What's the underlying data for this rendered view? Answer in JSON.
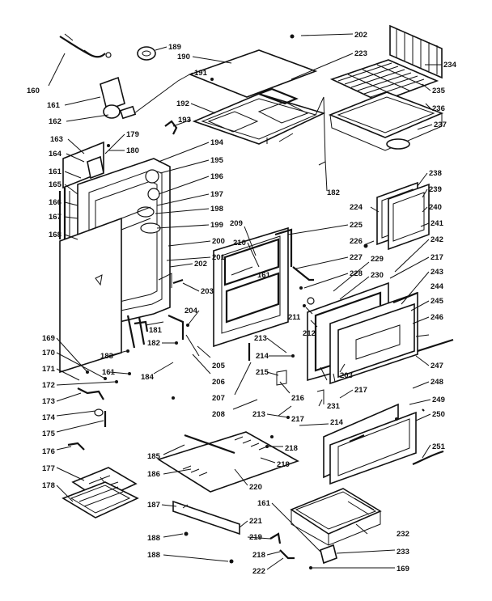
{
  "labels": [
    {
      "id": "l189a",
      "text": "189"
    },
    {
      "id": "l202a",
      "text": "202"
    },
    {
      "id": "l190",
      "text": "190"
    },
    {
      "id": "l223a",
      "text": "223"
    },
    {
      "id": "l234",
      "text": "234"
    },
    {
      "id": "l160",
      "text": "160"
    },
    {
      "id": "l191",
      "text": "191"
    },
    {
      "id": "l235",
      "text": "235"
    },
    {
      "id": "l161a",
      "text": "161"
    },
    {
      "id": "l192",
      "text": "192"
    },
    {
      "id": "l236",
      "text": "236"
    },
    {
      "id": "l162",
      "text": "162"
    },
    {
      "id": "l193",
      "text": "193"
    },
    {
      "id": "l237",
      "text": "237"
    },
    {
      "id": "l179",
      "text": "179"
    },
    {
      "id": "l163",
      "text": "163"
    },
    {
      "id": "l180",
      "text": "180"
    },
    {
      "id": "l194",
      "text": "194"
    },
    {
      "id": "l164",
      "text": "164"
    },
    {
      "id": "l195",
      "text": "195"
    },
    {
      "id": "l161b",
      "text": "161"
    },
    {
      "id": "l196",
      "text": "196"
    },
    {
      "id": "l182a",
      "text": "182"
    },
    {
      "id": "l238",
      "text": "238"
    },
    {
      "id": "l165",
      "text": "165"
    },
    {
      "id": "l197",
      "text": "197"
    },
    {
      "id": "l239",
      "text": "239"
    },
    {
      "id": "l166",
      "text": "166"
    },
    {
      "id": "l198",
      "text": "198"
    },
    {
      "id": "l224a",
      "text": "224"
    },
    {
      "id": "l240",
      "text": "240"
    },
    {
      "id": "l167",
      "text": "167"
    },
    {
      "id": "l199",
      "text": "199"
    },
    {
      "id": "l225",
      "text": "225"
    },
    {
      "id": "l241",
      "text": "241"
    },
    {
      "id": "l168",
      "text": "168"
    },
    {
      "id": "l209",
      "text": "209"
    },
    {
      "id": "l226",
      "text": "226"
    },
    {
      "id": "l242",
      "text": "242"
    },
    {
      "id": "l200",
      "text": "200"
    },
    {
      "id": "l210",
      "text": "210"
    },
    {
      "id": "l227",
      "text": "227"
    },
    {
      "id": "l229",
      "text": "229"
    },
    {
      "id": "l217a",
      "text": "217"
    },
    {
      "id": "l201",
      "text": "201"
    },
    {
      "id": "l161c",
      "text": "161"
    },
    {
      "id": "l228",
      "text": "228"
    },
    {
      "id": "l230",
      "text": "230"
    },
    {
      "id": "l243",
      "text": "243"
    },
    {
      "id": "l202b",
      "text": "202"
    },
    {
      "id": "l244a",
      "text": "244"
    },
    {
      "id": "l203a",
      "text": "203"
    },
    {
      "id": "l211",
      "text": "211"
    },
    {
      "id": "l245",
      "text": "245"
    },
    {
      "id": "l204",
      "text": "204"
    },
    {
      "id": "l212",
      "text": "212"
    },
    {
      "id": "l246",
      "text": "246"
    },
    {
      "id": "l181",
      "text": "181"
    },
    {
      "id": "l169a",
      "text": "169"
    },
    {
      "id": "l182b",
      "text": "182"
    },
    {
      "id": "l213a",
      "text": "213"
    },
    {
      "id": "l170",
      "text": "170"
    },
    {
      "id": "l183",
      "text": "183"
    },
    {
      "id": "l214a",
      "text": "214"
    },
    {
      "id": "l203b",
      "text": "203"
    },
    {
      "id": "l247",
      "text": "247"
    },
    {
      "id": "l171",
      "text": "171"
    },
    {
      "id": "l161d",
      "text": "161"
    },
    {
      "id": "l205",
      "text": "205"
    },
    {
      "id": "l184",
      "text": "184"
    },
    {
      "id": "l206",
      "text": "206"
    },
    {
      "id": "l215",
      "text": "215"
    },
    {
      "id": "l248",
      "text": "248"
    },
    {
      "id": "l172",
      "text": "172"
    },
    {
      "id": "l217b",
      "text": "217"
    },
    {
      "id": "l207",
      "text": "207"
    },
    {
      "id": "l216",
      "text": "216"
    },
    {
      "id": "l249",
      "text": "249"
    },
    {
      "id": "l173",
      "text": "173"
    },
    {
      "id": "l231",
      "text": "231"
    },
    {
      "id": "l208",
      "text": "208"
    },
    {
      "id": "l250",
      "text": "250"
    },
    {
      "id": "l174",
      "text": "174"
    },
    {
      "id": "l213b",
      "text": "213"
    },
    {
      "id": "l217c",
      "text": "217"
    },
    {
      "id": "l214b",
      "text": "214"
    },
    {
      "id": "l175",
      "text": "175"
    },
    {
      "id": "l251",
      "text": "251"
    },
    {
      "id": "l218a",
      "text": "218"
    },
    {
      "id": "l176",
      "text": "176"
    },
    {
      "id": "l185",
      "text": "185"
    },
    {
      "id": "l219a",
      "text": "219"
    },
    {
      "id": "l186",
      "text": "186"
    },
    {
      "id": "l177",
      "text": "177"
    },
    {
      "id": "l220",
      "text": "220"
    },
    {
      "id": "l178",
      "text": "178"
    },
    {
      "id": "l187",
      "text": "187"
    },
    {
      "id": "l221",
      "text": "221"
    },
    {
      "id": "l161e",
      "text": "161"
    },
    {
      "id": "l188a",
      "text": "188"
    },
    {
      "id": "l219b",
      "text": "219"
    },
    {
      "id": "l232",
      "text": "232"
    },
    {
      "id": "l218b",
      "text": "218"
    },
    {
      "id": "l233",
      "text": "233"
    },
    {
      "id": "l188b",
      "text": "188"
    },
    {
      "id": "l222",
      "text": "222"
    },
    {
      "id": "l169b",
      "text": "169"
    }
  ]
}
